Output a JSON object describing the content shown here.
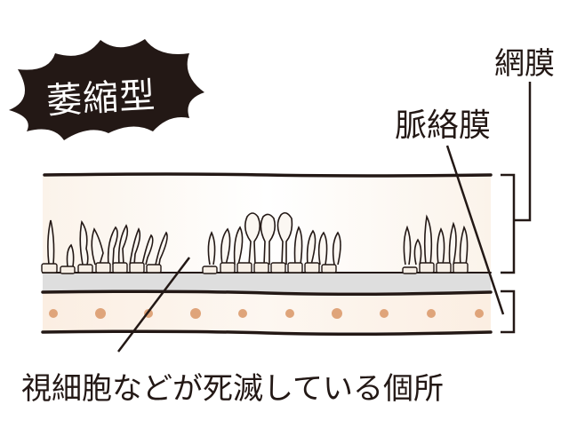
{
  "title_badge": {
    "text": "萎縮型",
    "bg_color": "#231815",
    "text_color": "#ffffff"
  },
  "labels": {
    "retina": "網膜",
    "choroid": "脈絡膜"
  },
  "caption": "視細胞などが死滅している個所",
  "colors": {
    "line": "#231815",
    "retina_fill": "#faf4ee",
    "band_gray": "#dcdcdc",
    "choroid_fill": "#fbf0e6",
    "choroid_dot": "#dfa47a",
    "cell_fill": "#f7efe6",
    "cell_nucleus": "#e8c9a8"
  }
}
